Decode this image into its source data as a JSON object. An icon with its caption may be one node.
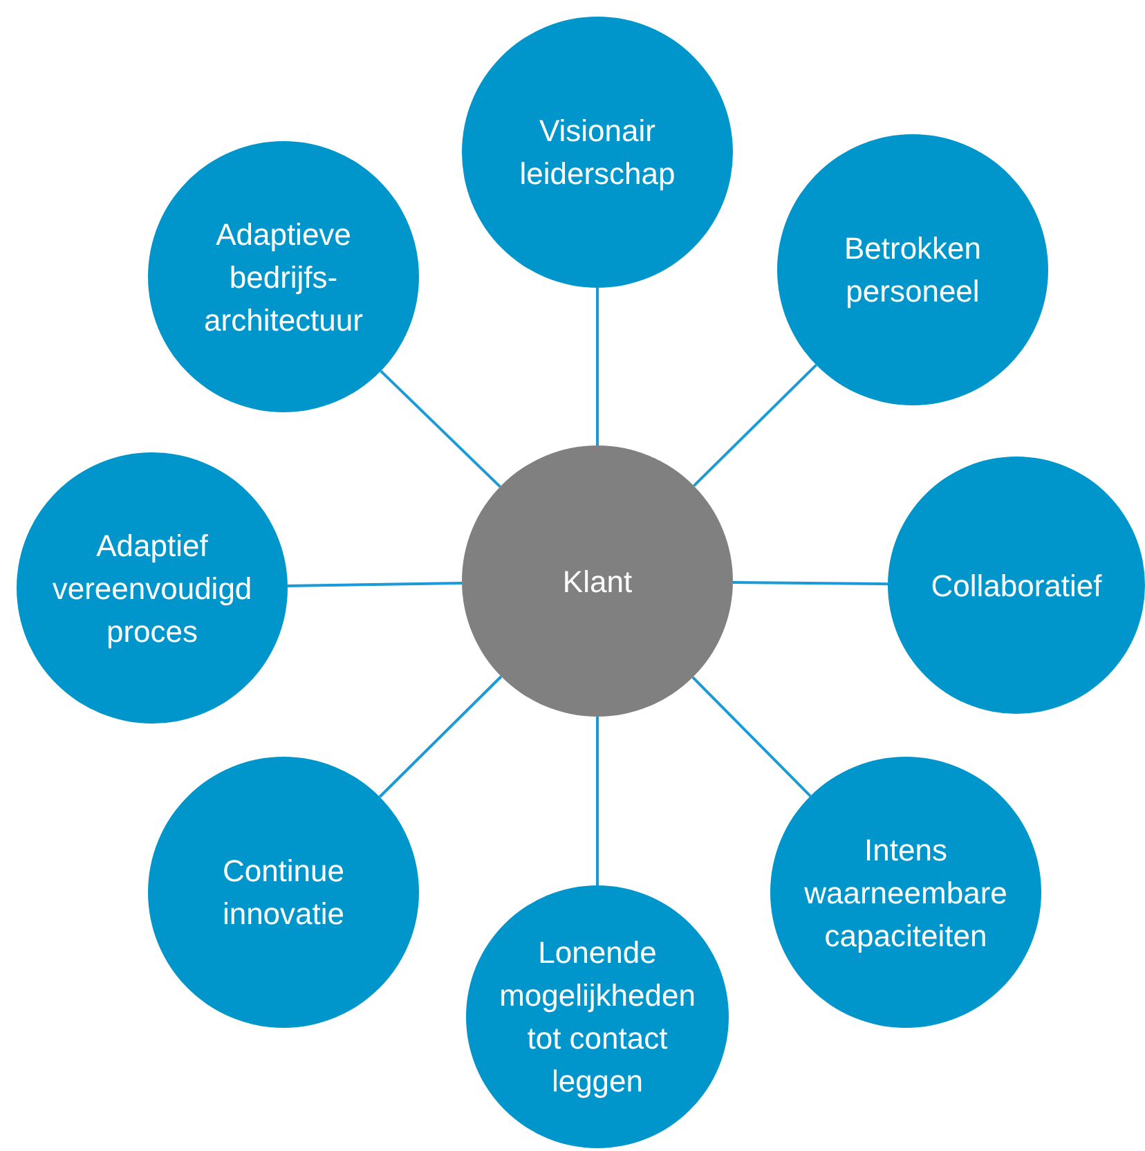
{
  "diagram": {
    "nodes": [
      {
        "text": [
          "Klant"
        ]
      },
      {
        "text": [
          "Visionair leiderschap"
        ]
      },
      {
        "text": [
          "Betrokken personeel"
        ]
      },
      {
        "text": [
          "Collaboratief"
        ]
      },
      {
        "text": [
          "Intens waarneembare capaciteiten"
        ]
      },
      {
        "text": [
          "Lonende mogelijkheden tot contact leggen"
        ]
      },
      {
        "text": [
          "Continue innovatie"
        ]
      },
      {
        "text": [
          "Adaptief vereenvoudigd proces"
        ]
      },
      {
        "text": [
          "Adaptieve bedrijfs- architectuur"
        ]
      }
    ],
    "edges": [
      {
        "from": 0,
        "to": 1,
        "arrow": "none"
      },
      {
        "from": 0,
        "to": 2,
        "arrow": "none"
      },
      {
        "from": 0,
        "to": 3,
        "arrow": "none"
      },
      {
        "from": 0,
        "to": 4,
        "arrow": "none"
      },
      {
        "from": 0,
        "to": 5,
        "arrow": "none"
      },
      {
        "from": 0,
        "to": 6,
        "arrow": "none"
      },
      {
        "from": 0,
        "to": 7,
        "arrow": "none"
      },
      {
        "from": 0,
        "to": 8,
        "arrow": "none"
      }
    ]
  }
}
